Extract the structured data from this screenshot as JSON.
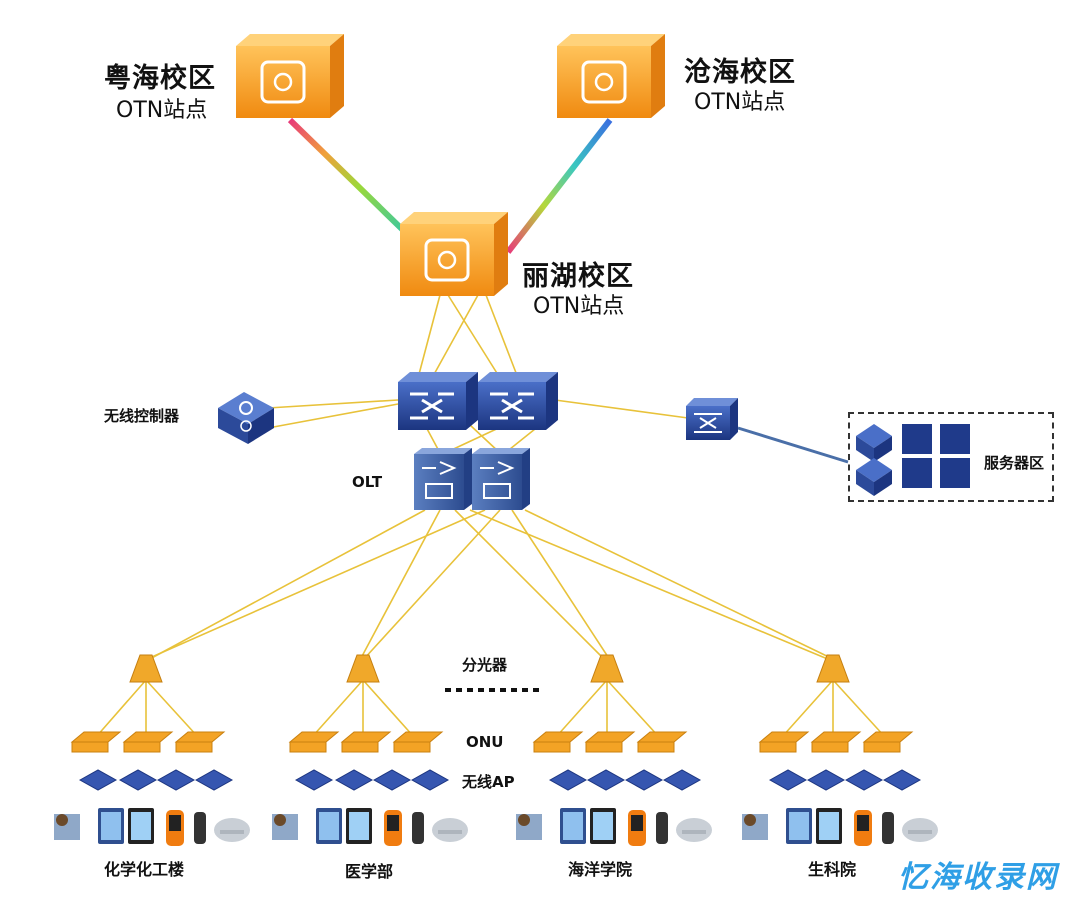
{
  "campuses": {
    "yuehai": {
      "name": "粤海校区",
      "sub": "OTN站点"
    },
    "canghai": {
      "name": "沧海校区",
      "sub": "OTN站点"
    },
    "lihu": {
      "name": "丽湖校区",
      "sub": "OTN站点"
    }
  },
  "labels": {
    "wireless_controller": "无线控制器",
    "olt": "OLT",
    "server_zone": "服务器区",
    "splitter": "分光器",
    "onu": "ONU",
    "wireless_ap": "无线AP"
  },
  "buildings": [
    "化学化工楼",
    "医学部",
    "海洋学院",
    "生科院"
  ],
  "watermark": "忆海收录网",
  "colors": {
    "otn_orange": "#f5a623",
    "fiber_yellow": "#e8c23a",
    "switch_blue": "#2c4a9a",
    "server_link": "#4a6fa8"
  }
}
